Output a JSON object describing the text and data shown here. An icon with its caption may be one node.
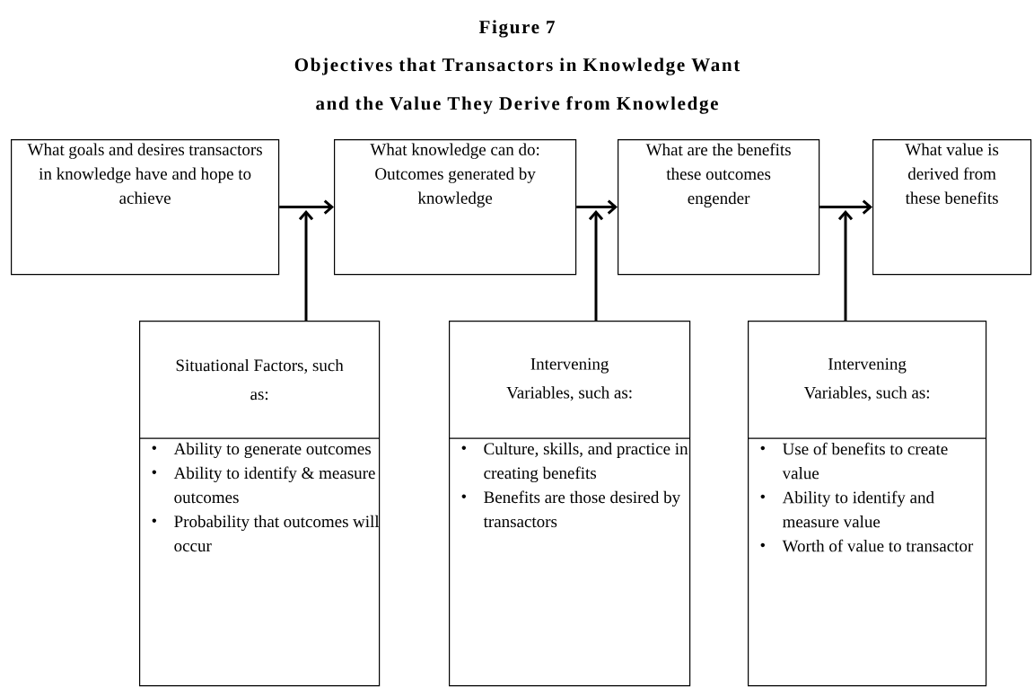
{
  "diagram": {
    "title": "Objectives that Transactors in Knowledge Want and the Value They Derive from Knowledge",
    "nodes": [
      {
        "text": [
          "What goals and desires transactors in knowledge have and hope to achieve"
        ]
      },
      {
        "text": [
          "What knowledge can do: Outcomes generated by knowledge"
        ]
      },
      {
        "text": [
          "What are the benefits these outcomes engender"
        ]
      },
      {
        "text": [
          "What value is derived from these benefits"
        ]
      },
      {
        "text": [
          "Situational Factors, such as:",
          "Ability to generate outcomes",
          "Ability to identify & measure outcomes",
          "Probability that outcomes will occur"
        ]
      },
      {
        "text": [
          "Intervening Variables, such as:",
          "Culture, skills, and practice in creating benefits",
          "Benefits are those desired by transactors"
        ]
      },
      {
        "text": [
          "Intervening Variables, such as:",
          "Use of benefits to create value",
          "Ability to identify and measure value",
          "Worth of value to transactor"
        ]
      }
    ],
    "edges": [
      {
        "from": 0,
        "to": 1,
        "arrow": "to"
      },
      {
        "from": 1,
        "to": 2,
        "arrow": "to"
      },
      {
        "from": 2,
        "to": 3,
        "arrow": "to"
      },
      {
        "from": 4,
        "to": null,
        "arrow": "to"
      },
      {
        "from": 5,
        "to": null,
        "arrow": "to"
      },
      {
        "from": 6,
        "to": null,
        "arrow": "to"
      }
    ],
    "labels": [
      "Figure 7"
    ]
  }
}
